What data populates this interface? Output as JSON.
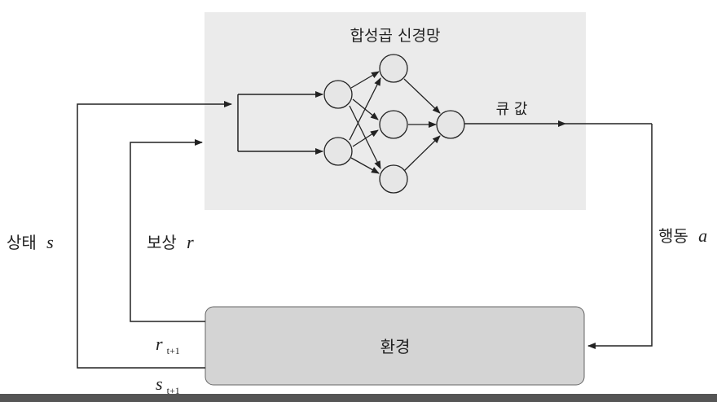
{
  "cnn": {
    "title": "합성곱 신경망"
  },
  "env": {
    "label": "환경"
  },
  "labels": {
    "q_value": "큐 값",
    "state_word": "상태",
    "state_var": "s",
    "reward_word": "보상",
    "reward_var": "r",
    "action_word": "행동",
    "action_var": "a",
    "r_next_var": "r",
    "r_next_sub": "t+1",
    "s_next_var": "s",
    "s_next_sub": "t+1"
  },
  "colors": {
    "cnn_box": "#ebebeb",
    "env_box": "#d4d4d4",
    "line": "#222222",
    "neuron_fill": "#e6e6e6",
    "bottom_bar": "#555555"
  }
}
